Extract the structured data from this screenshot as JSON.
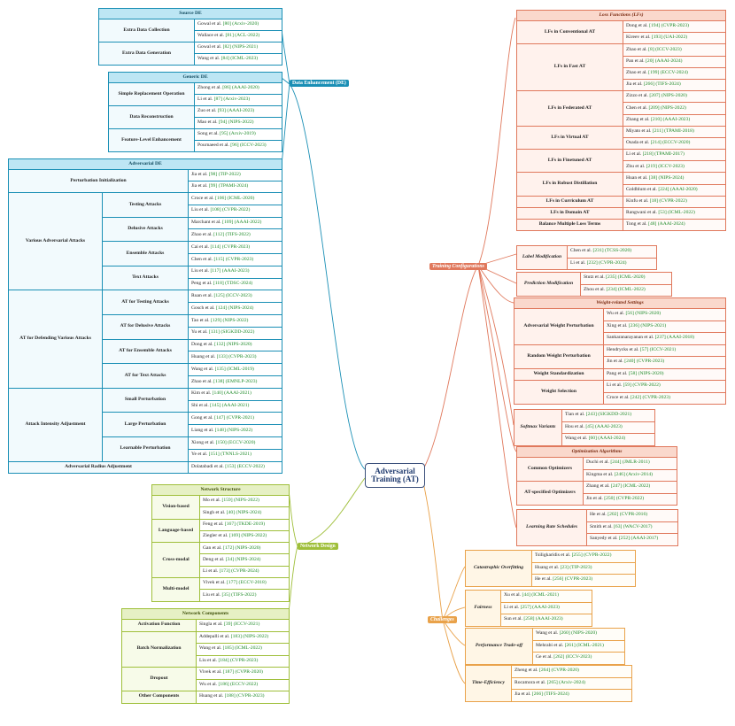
{
  "root": {
    "line1": "Adversarial",
    "line2": "Training (AT)"
  },
  "branches": {
    "data_enhancement": "Data Enhancement (DE)",
    "training_configurations": "Training Configurations",
    "network_design": "Network Design",
    "challenges": "Challenges"
  },
  "colors": {
    "data_enhancement": "#1a8fb5",
    "training_configurations": "#e0785c",
    "network_design": "#9fbf3a",
    "challenges": "#e9a24a",
    "reference_text": "#1d8a28"
  },
  "source_de": {
    "title": "Source DE",
    "groups": [
      {
        "name": "Extra Data Collection",
        "refs": [
          {
            "a": "Gowal et al. ",
            "b": "[80] (Arxiv-2020)"
          },
          {
            "a": "Wallace et al. ",
            "b": "[81] (ACL-2022)"
          }
        ]
      },
      {
        "name": "Extra Data Generation",
        "refs": [
          {
            "a": "Gowal et al. ",
            "b": "[82] (NIPS-2021)"
          },
          {
            "a": "Wang et al. ",
            "b": "[84] (ICML-2023)"
          }
        ]
      }
    ]
  },
  "generic_de": {
    "title": "Generic DE",
    "groups": [
      {
        "name": "Simple Replacement Operation",
        "refs": [
          {
            "a": "Zhong et al. ",
            "b": "[86] (AAAI-2020)"
          },
          {
            "a": "Li et al. ",
            "b": "[87] (Arxiv-2023)"
          }
        ]
      },
      {
        "name": "Data Reconstruction",
        "refs": [
          {
            "a": "Zuo et al. ",
            "b": "[93] (AAAI-2023)"
          },
          {
            "a": "Mao et al. ",
            "b": "[94] (NIPS-2022)"
          }
        ]
      },
      {
        "name": "Feature-Level Enhancement",
        "refs": [
          {
            "a": "Song et al. ",
            "b": "[95] (Arxiv-2019)"
          },
          {
            "a": "Pournaeed et al. ",
            "b": "[96] (ICCV-2023)"
          }
        ]
      }
    ]
  },
  "adversarial_de": {
    "title": "Adversarial DE",
    "init": {
      "name": "Perturbation Initialization",
      "refs": [
        {
          "a": "Jia et al. ",
          "b": "[98] (TIP-2022)"
        },
        {
          "a": "Jia et al. ",
          "b": "[99] (TPAMI-2024)"
        }
      ]
    },
    "sections": [
      {
        "name": "Various Adversarial Attacks",
        "groups": [
          {
            "name": "Testing Attacks",
            "refs": [
              {
                "a": "Croce et al. ",
                "b": "[106] (ICML-2020)"
              },
              {
                "a": "Liu et al. ",
                "b": "[108] (CVPR-2022)"
              }
            ]
          },
          {
            "name": "Delusive Attacks",
            "refs": [
              {
                "a": "Marchant et al. ",
                "b": "[109] (AAAI-2022)"
              },
              {
                "a": "Zhao et al. ",
                "b": "[112] (TIFS-2022)"
              }
            ]
          },
          {
            "name": "Ensemble Attacks",
            "refs": [
              {
                "a": "Cai et al. ",
                "b": "[114] (CVPR-2023)"
              },
              {
                "a": "Chen et al. ",
                "b": "[115] (CVPR-2023)"
              }
            ]
          },
          {
            "name": "Text Attacks",
            "refs": [
              {
                "a": "Liu et al. ",
                "b": "[117] (AAAI-2023)"
              },
              {
                "a": "Peng et al. ",
                "b": "[118] (TDSC-2024)"
              }
            ]
          }
        ]
      },
      {
        "name": "AT for Defending Various Attacks",
        "groups": [
          {
            "name": "AT for Testing Attacks",
            "refs": [
              {
                "a": "Ruan et al. ",
                "b": "[125] (ICCV-2023)"
              },
              {
                "a": "Gosch et al. ",
                "b": "[124] (NIPS-2024)"
              }
            ]
          },
          {
            "name": "AT for Delusive Attacks",
            "refs": [
              {
                "a": "Tao et al. ",
                "b": "[129] (NIPS-2022)"
              },
              {
                "a": "Yu et al. ",
                "b": "[131] (SIGKDD-2022)"
              }
            ]
          },
          {
            "name": "AT for Ensemble Attacks",
            "refs": [
              {
                "a": "Dong et al. ",
                "b": "[132] (NIPS-2020)"
              },
              {
                "a": "Huang et al. ",
                "b": "[133] (CVPR-2023)"
              }
            ]
          },
          {
            "name": "AT for Text Attacks",
            "refs": [
              {
                "a": "Wang et al. ",
                "b": "[135] (ICML-2019)"
              },
              {
                "a": "Zhao et al. ",
                "b": "[138] (EMNLP-2023)"
              }
            ]
          }
        ]
      },
      {
        "name": "Attack Intensity Adjustment",
        "groups": [
          {
            "name": "Small Perturbation",
            "refs": [
              {
                "a": "Kim et al. ",
                "b": "[140] (AAAI-2021)"
              },
              {
                "a": "Shi et al. ",
                "b": "[145] (AAAI-2021)"
              }
            ]
          },
          {
            "name": "Large Perturbation",
            "refs": [
              {
                "a": "Gong et al. ",
                "b": "[147] (CVPR-2021)"
              },
              {
                "a": "Liang et al. ",
                "b": "[148] (NIPS-2022)"
              }
            ]
          },
          {
            "name": "Learnable Perturbation",
            "refs": [
              {
                "a": "Xiong et al. ",
                "b": "[150] (ECCV-2020)"
              },
              {
                "a": "Ye et al. ",
                "b": "[151] (TNNLS-2021)"
              }
            ]
          }
        ]
      }
    ],
    "radius": {
      "name": "Adversarial Radius Adjustment",
      "ref": {
        "a": "Dolatabadi et al. ",
        "b": "[153] (ECCV-2022)"
      }
    }
  },
  "network_structure": {
    "title": "Network Structure",
    "groups": [
      {
        "name": "Vision-based",
        "refs": [
          {
            "a": "Mo et al. ",
            "b": "[159] (NIPS-2022)"
          },
          {
            "a": "Singh et al. ",
            "b": "[40] (NIPS-2024)"
          }
        ]
      },
      {
        "name": "Language-based",
        "refs": [
          {
            "a": "Feng et al. ",
            "b": "[167] (TKDE-2019)"
          },
          {
            "a": "Ziegler et al. ",
            "b": "[169] (NIPS-2022)"
          }
        ]
      },
      {
        "name": "Cross-modal",
        "refs": [
          {
            "a": "Gan et al. ",
            "b": "[172] (NIPS-2020)"
          },
          {
            "a": "Deng et al. ",
            "b": "[34] (NIPS-2024)"
          },
          {
            "a": "Li et al. ",
            "b": "[173] (CVPR-2024)"
          }
        ]
      },
      {
        "name": "Multi-model",
        "refs": [
          {
            "a": "Vivek et al. ",
            "b": "[177] (ECCV-2018)"
          },
          {
            "a": "Liu et al. ",
            "b": "[35] (TIFS-2022)"
          }
        ]
      }
    ]
  },
  "network_components": {
    "title": "Network Components",
    "groups": [
      {
        "name": "Activation Function",
        "refs": [
          {
            "a": "Singla et al. ",
            "b": "[39] (ICCV-2021)"
          }
        ]
      },
      {
        "name": "Batch Normalization",
        "refs": [
          {
            "a": "Addepalli et al. ",
            "b": "[183] (NIPS-2022)"
          },
          {
            "a": "Wang et al. ",
            "b": "[185] (ICML-2022)"
          },
          {
            "a": "Liu et al. ",
            "b": "[184] (CVPR-2023)"
          }
        ]
      },
      {
        "name": "Dropout",
        "refs": [
          {
            "a": "Vivek et al. ",
            "b": "[187] (CVPR-2020)"
          },
          {
            "a": "Wu et al. ",
            "b": "[186] (ECCV-2022)"
          }
        ]
      },
      {
        "name": "Other Components",
        "refs": [
          {
            "a": "Huang et al. ",
            "b": "[188] (CVPR-2023)"
          }
        ]
      }
    ]
  },
  "loss_functions": {
    "title": "Loss Functions (LFs)",
    "groups": [
      {
        "name": "LFs in Conventional AT",
        "refs": [
          {
            "a": "Dong et al. ",
            "b": "[194] (CVPR-2023)"
          },
          {
            "a": "Kireev et al. ",
            "b": "[193] (UAI-2022)"
          }
        ]
      },
      {
        "name": "LFs in Fast AT",
        "refs": [
          {
            "a": "Zhao et al. ",
            "b": "[8] (ICCV-2023)"
          },
          {
            "a": "Pan et al. ",
            "b": "[20] (AAAI-2024)"
          },
          {
            "a": "Zhao et al. ",
            "b": "[199] (ECCV-2024)"
          },
          {
            "a": "Jia et al. ",
            "b": "[266] (TIFS-2024)"
          }
        ]
      },
      {
        "name": "LFs in Federated AT",
        "refs": [
          {
            "a": "Zizzo et al. ",
            "b": "[207] (NIPS-2020)"
          },
          {
            "a": "Chen et al. ",
            "b": "[209] (NIPS-2022)"
          },
          {
            "a": "Zhang et al. ",
            "b": "[210] (AAAI-2023)"
          }
        ]
      },
      {
        "name": "LFs in Virtual AT",
        "refs": [
          {
            "a": "Miyato et al. ",
            "b": "[211] (TPAMI-2018)"
          },
          {
            "a": "Osada et al. ",
            "b": "[214] (ECCV-2020)"
          }
        ]
      },
      {
        "name": "LFs in Finetuned AT",
        "refs": [
          {
            "a": "Li et al. ",
            "b": "[218] (TPAMI-2017)"
          },
          {
            "a": "Zhu et al. ",
            "b": "[219] (ICCV-2023)"
          }
        ]
      },
      {
        "name": "LFs in Robust Distillation",
        "refs": [
          {
            "a": "Huan et al. ",
            "b": "[38] (NIPS-2024)"
          },
          {
            "a": "Goldblum et al. ",
            "b": "[224] (AAAI-2020)"
          }
        ]
      },
      {
        "name": "LFs in Curriculum AT",
        "refs": [
          {
            "a": "Kinfu et al. ",
            "b": "[18] (CVPR-2022)"
          }
        ]
      },
      {
        "name": "LFs in Domain AT",
        "refs": [
          {
            "a": "Rangwani et al. ",
            "b": "[53] (ICML-2022)"
          }
        ]
      },
      {
        "name": "Balance Multiple Loss Terms",
        "refs": [
          {
            "a": "Tong et al. ",
            "b": "[48] (AAAI-2024)"
          }
        ]
      }
    ]
  },
  "label_modification": {
    "name": "Label Modification",
    "refs": [
      {
        "a": "Chen et al. ",
        "b": "[231] (TCSS-2020)"
      },
      {
        "a": "Li et al. ",
        "b": "[232] (CVPR-2024)"
      }
    ]
  },
  "prediction_modification": {
    "name": "Prediction Modification",
    "refs": [
      {
        "a": "Stutz et al. ",
        "b": "[235] (ICML-2020)"
      },
      {
        "a": "Zhou et al. ",
        "b": "[234] (ICML-2022)"
      }
    ]
  },
  "weight_settings": {
    "title": "Weight-related Settings",
    "groups": [
      {
        "name": "Adversarial Weight Perturbation",
        "refs": [
          {
            "a": "Wu et al. ",
            "b": "[56] (NIPS-2020)"
          },
          {
            "a": "Xing et al. ",
            "b": "[236] (NIPS-2021)"
          },
          {
            "a": "Sankaranarayanan et al. ",
            "b": "[237] (AAAI-2018)"
          }
        ]
      },
      {
        "name": "Random Weight Perturbation",
        "refs": [
          {
            "a": "Hendrycks et al. ",
            "b": "[57] (ICCV-2021)"
          },
          {
            "a": "Jin et al. ",
            "b": "[240] (CVPR-2023)"
          }
        ]
      },
      {
        "name": "Weight Standardization",
        "refs": [
          {
            "a": "Pang et al. ",
            "b": "[58] (NIPS-2020)"
          }
        ]
      },
      {
        "name": "Weight Selection",
        "refs": [
          {
            "a": "Li et al. ",
            "b": "[59] (CVPR-2022)"
          },
          {
            "a": "Croce et al. ",
            "b": "[242] (CVPR-2023)"
          }
        ]
      }
    ]
  },
  "softmax_variants": {
    "name": "Softmax Variants",
    "refs": [
      {
        "a": "Tian et al. ",
        "b": "[243] (SIGKDD-2021)"
      },
      {
        "a": "Hou et al. ",
        "b": "[45] (AAAI-2023)"
      },
      {
        "a": "Wang et al. ",
        "b": "[60] (AAAI-2024)"
      }
    ]
  },
  "optimization": {
    "title": "Optimization Algorithms",
    "groups": [
      {
        "name": "Common Optimizers",
        "refs": [
          {
            "a": "Duchi et al. ",
            "b": "[244] (JMLR-2011)"
          },
          {
            "a": "Kingma et al. ",
            "b": "[246] (Arxiv-2014)"
          }
        ]
      },
      {
        "name": "AT-specified Optimizers",
        "refs": [
          {
            "a": "Zhang et al. ",
            "b": "[247] (ICML-2022)"
          },
          {
            "a": "Jin et al. ",
            "b": "[250] (CVPR-2022)"
          }
        ]
      }
    ]
  },
  "lr_schedules": {
    "name": "Learning Rate Schedules",
    "refs": [
      {
        "a": "He et al. ",
        "b": "[202] (CVPR-2016)"
      },
      {
        "a": "Smith et al. ",
        "b": "[63] (WACV-2017)"
      },
      {
        "a": "Sanyedy et al. ",
        "b": "[252] (AAAI-2017)"
      }
    ]
  },
  "challenges": [
    {
      "name": "Catastrophic Overfitting",
      "refs": [
        {
          "a": "Tsiligkaridis et al. ",
          "b": "[255] (CVPR-2022)"
        },
        {
          "a": "Huang et al. ",
          "b": "[23] (TIP-2023)"
        },
        {
          "a": "He et al. ",
          "b": "[256] (CVPR-2023)"
        }
      ]
    },
    {
      "name": "Fairness",
      "refs": [
        {
          "a": "Xu et al. ",
          "b": "[44] (ICML-2021)"
        },
        {
          "a": "Li et al. ",
          "b": "[257] (AAAI-2023)"
        },
        {
          "a": "Sun et al. ",
          "b": "[258] (AAAI-2023)"
        }
      ]
    },
    {
      "name": "Performance Trade-off",
      "refs": [
        {
          "a": "Wang et al. ",
          "b": "[260] (NIPS-2020)"
        },
        {
          "a": "Mehrabi et al. ",
          "b": "[261] (ICML-2021)"
        },
        {
          "a": "Ge et al. ",
          "b": "[262] (ICCV-2023)"
        }
      ]
    },
    {
      "name": "Time-Efficiency",
      "refs": [
        {
          "a": "Zheng et al. ",
          "b": "[264] (CVPR-2020)"
        },
        {
          "a": "Rocamora et al. ",
          "b": "[265] (Arxiv-2024)"
        },
        {
          "a": "Jia et al. ",
          "b": "[266] (TIFS-2024)"
        }
      ]
    }
  ]
}
